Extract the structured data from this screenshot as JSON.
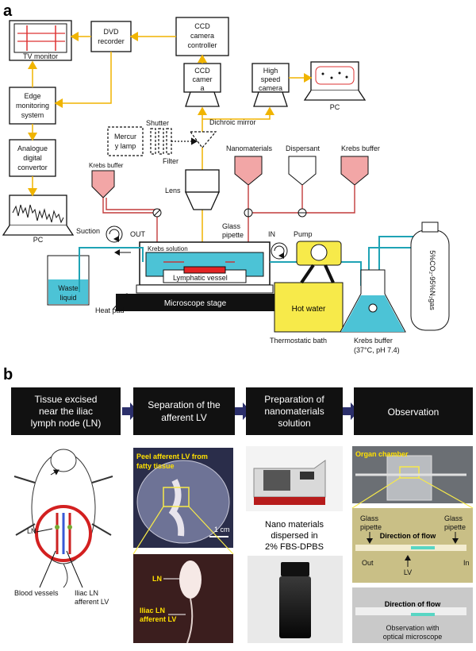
{
  "panel_a": {
    "letter": "a",
    "tv_monitor": "TV monitor",
    "dvd_recorder": [
      "DVD",
      "recorder"
    ],
    "ccd_controller": [
      "CCD",
      "camera",
      "controller"
    ],
    "ccd_camera": [
      "CCD",
      "camer",
      "a"
    ],
    "high_speed_camera": [
      "High",
      "speed",
      "camera"
    ],
    "pc_top": "PC",
    "edge_monitoring": [
      "Edge",
      "monitoring",
      "system"
    ],
    "analogue": [
      "Analogue",
      "digital",
      "convertor"
    ],
    "pc_bottom": "PC",
    "mercury_lamp": [
      "Mercur",
      "y lamp"
    ],
    "shutter": "Shutter",
    "filter": "Filter",
    "dichroic_mirror": "Dichroic mirror",
    "nanomaterials": "Nanomaterials",
    "dispersant": "Dispersant",
    "krebs_buffer_top": "Krebs buffer",
    "krebs_buffer_left": "Krebs buffer",
    "lens": "Lens",
    "glass_pipette": [
      "Glass",
      "pipette"
    ],
    "suction": "Suction",
    "out": "OUT",
    "in": "IN",
    "pump": "Pump",
    "krebs_solution": "Krebs solution",
    "lymphatic_vessel": "Lymphatic vessel",
    "waste_liquid": [
      "Waste",
      "liquid"
    ],
    "heat_pad": "Heat pad",
    "microscope_stage": "Microscope stage",
    "hot_water": "Hot water",
    "thermostatic_bath": "Thermostatic bath",
    "krebs_buffer_flask": [
      "Krebs buffer",
      "(37°C, pH 7.4)"
    ],
    "gas": "5%CO₂-95%N₂gas"
  },
  "panel_b": {
    "letter": "b",
    "steps": [
      [
        "Tissue excised",
        "near the iliac",
        "lymph node (LN)"
      ],
      [
        "Separation of the",
        "afferent LV"
      ],
      [
        "Preparation of",
        "nanomaterials",
        "solution"
      ],
      [
        "Observation"
      ]
    ],
    "mouse_labels": {
      "ln": "LN",
      "blood_vessels": "Blood vessels",
      "iliac": [
        "Iliac LN",
        "afferent LV"
      ]
    },
    "peel_label": [
      "Peel afferent LV from",
      "fatty tissue"
    ],
    "scale_bar": "1 cm",
    "zoom_ln": "LN",
    "zoom_iliac": [
      "Iliac LN",
      "afferent LV"
    ],
    "nano_text": [
      "Nano materials",
      "dispersed in",
      "2% FBS-DPBS"
    ],
    "organ_chamber": "Organ chamber",
    "glass_pipette_l": [
      "Glass",
      "pipette"
    ],
    "glass_pipette_r": [
      "Glass",
      "pipette"
    ],
    "direction_of_flow": "Direction of flow",
    "out": "Out",
    "in": "In",
    "lv": "LV",
    "direction_of_flow2": "Direction of flow",
    "observation_caption": [
      "Observation with",
      "optical microscope"
    ]
  },
  "colors": {
    "wire": "#f0b400",
    "tube_red": "#c23b3b",
    "liquid_blue": "#4cc3d6",
    "hot_water": "#f7ea4a",
    "reservoir_pink": "#f2a6a6",
    "arrow_navy": "#2b2f6b"
  }
}
